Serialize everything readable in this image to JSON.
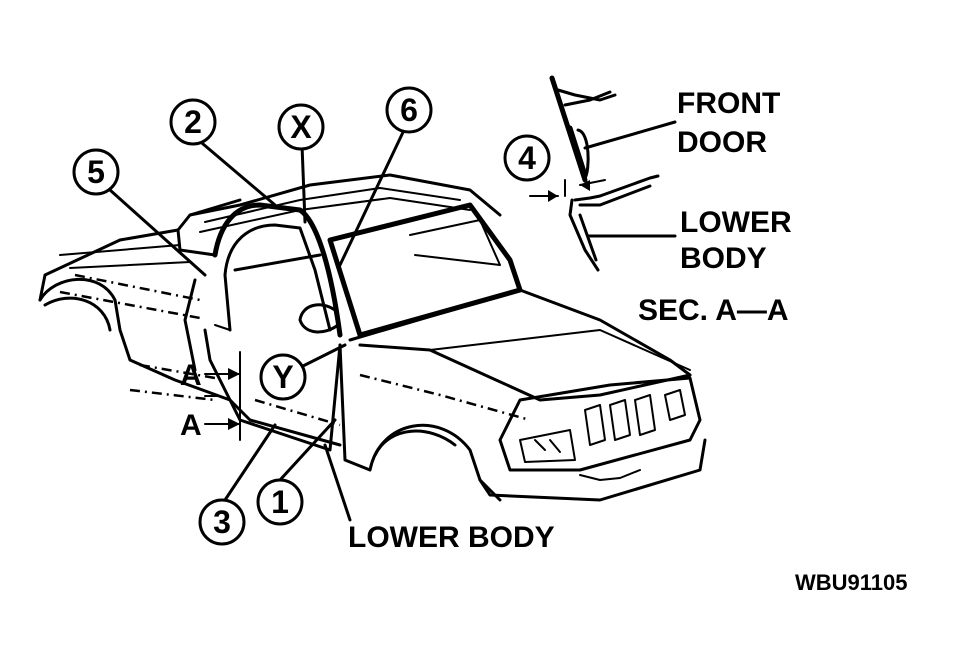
{
  "callouts": {
    "c1": "1",
    "c2": "2",
    "c3": "3",
    "c4": "4",
    "c5": "5",
    "c6": "6",
    "cx": "X",
    "cy": "Y"
  },
  "section_marks": {
    "upper": "A",
    "lower": "A"
  },
  "labels": {
    "front_door_line1": "FRONT",
    "front_door_line2": "DOOR",
    "lower_body_line1": "LOWER",
    "lower_body_line2": "BODY",
    "section_title": "SEC. A—A",
    "lower_body_bottom": "LOWER BODY"
  },
  "figure_code": "WBU91105"
}
